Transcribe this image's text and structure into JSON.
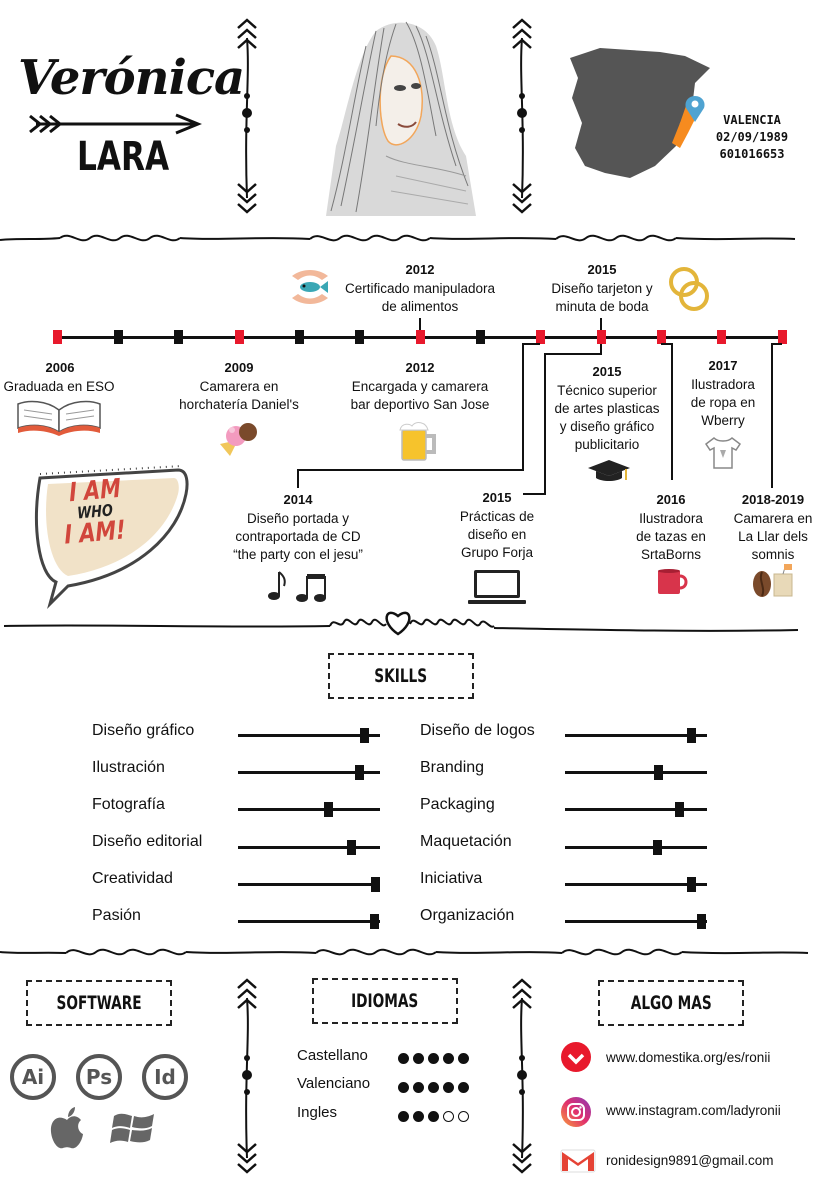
{
  "header": {
    "first_name": "Verónica",
    "last_name": "LARA",
    "city": "VALENCIA",
    "birthdate": "02/09/1989",
    "phone": "601016653"
  },
  "colors": {
    "accent": "#e8192c",
    "orange": "#f68b1f",
    "map_gray": "#555555",
    "pin": "#4fa3d1"
  },
  "timeline": {
    "top_events": [
      {
        "year": "2012",
        "text": [
          "Certificado manipuladora",
          "de alimentos"
        ],
        "icon": "fish-hands-icon"
      },
      {
        "year": "2015",
        "text": [
          "Diseño tarjeton y",
          "minuta de boda"
        ],
        "icon": "wedding-rings-icon"
      }
    ],
    "bottom_events": [
      {
        "year": "2006",
        "text": [
          "Graduada en ESO"
        ],
        "icon": "open-book-icon"
      },
      {
        "year": "2009",
        "text": [
          "Camarera en",
          "horchatería Daniel's"
        ],
        "icon": "ice-cream-icon"
      },
      {
        "year": "2012",
        "text": [
          "Encargada y camarera",
          "bar deportivo San Jose"
        ],
        "icon": "beer-mug-icon"
      },
      {
        "year": "2015",
        "text": [
          "Técnico superior",
          "de artes plasticas",
          "y diseño gráfico",
          "publicitario"
        ],
        "icon": "graduation-cap-icon"
      },
      {
        "year": "2017",
        "text": [
          "Ilustradora",
          "de ropa en",
          "Wberry"
        ],
        "icon": "tshirt-icon"
      }
    ],
    "lower_events": [
      {
        "year": "2014",
        "text": [
          "Diseño portada y",
          "contraportada de CD",
          "“the party con el jesu”"
        ],
        "icon": "music-notes-icon"
      },
      {
        "year": "2015",
        "text": [
          "Prácticas de",
          "diseño en",
          "Grupo Forja"
        ],
        "icon": "computer-monitor-icon"
      },
      {
        "year": "2016",
        "text": [
          "Ilustradora",
          "de tazas en",
          "SrtaBorns"
        ],
        "icon": "mug-icon"
      },
      {
        "year": "2018-2019",
        "text": [
          "Camarera en",
          "La Llar dels",
          "somnis"
        ],
        "icon": "coffee-tea-icon"
      }
    ]
  },
  "badge": {
    "line1": "I AM",
    "line2": "WHO",
    "line3": "I AM!"
  },
  "skills": {
    "title": "SKILLS",
    "left": [
      {
        "label": "Diseño gráfico",
        "level": 0.92
      },
      {
        "label": "Ilustración",
        "level": 0.89
      },
      {
        "label": "Fotografía",
        "level": 0.67
      },
      {
        "label": "Diseño editorial",
        "level": 0.83
      },
      {
        "label": "Creatividad",
        "level": 1.0
      },
      {
        "label": "Pasión",
        "level": 0.99
      }
    ],
    "right": [
      {
        "label": "Diseño de logos",
        "level": 0.92
      },
      {
        "label": "Branding",
        "level": 0.69
      },
      {
        "label": "Packaging",
        "level": 0.84
      },
      {
        "label": "Maquetación",
        "level": 0.68
      },
      {
        "label": "Iniciativa",
        "level": 0.92
      },
      {
        "label": "Organización",
        "level": 0.99
      }
    ]
  },
  "software": {
    "title": "SOFTWARE",
    "apps": [
      "Ai",
      "Ps",
      "Id"
    ]
  },
  "idiomas": {
    "title": "IDIOMAS",
    "languages": [
      {
        "name": "Castellano",
        "level": 5,
        "max": 5
      },
      {
        "name": "Valenciano",
        "level": 5,
        "max": 5
      },
      {
        "name": "Ingles",
        "level": 3,
        "max": 5
      }
    ]
  },
  "algo_mas": {
    "title": "ALGO MAS",
    "links": [
      {
        "text": "www.domestika.org/es/ronii",
        "icon": "domestika-icon"
      },
      {
        "text": "www.instagram.com/ladyronii",
        "icon": "instagram-icon"
      },
      {
        "text": "ronidesign9891@gmail.com",
        "icon": "gmail-icon"
      }
    ]
  }
}
